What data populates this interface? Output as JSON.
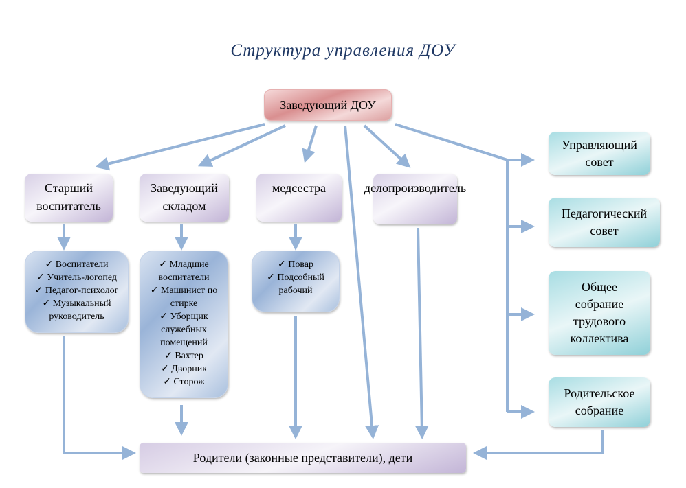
{
  "title": "Структура управления ДОУ",
  "head": "Заведующий ДОУ",
  "level": {
    "senior_teacher": "Старший воспитатель",
    "warehouse_head": "Заведующий складом",
    "nurse": "медсестра",
    "clerk": "делопроизводитель"
  },
  "lists": {
    "senior_teacher": [
      "Воспитатели",
      "Учитель-логопед",
      "Педагог-психолог",
      "Музыкальный руководитель"
    ],
    "warehouse_head": [
      "Младшие воспитатели",
      "Машинист по стирке",
      "Уборщик служебных помещений",
      "Вахтер",
      "Дворник",
      "Сторож"
    ],
    "nurse": [
      "Повар",
      "Подсобный рабочий"
    ]
  },
  "side": {
    "governing_council": "Управляющий совет",
    "pedagogical_council": "Педагогический совет",
    "general_meeting": "Общее собрание трудового коллектива",
    "parents_meeting": "Родительское собрание"
  },
  "bottom": "Родители (законные представители), дети",
  "colors": {
    "arrow": "#95b3d7",
    "title": "#1f3864"
  }
}
